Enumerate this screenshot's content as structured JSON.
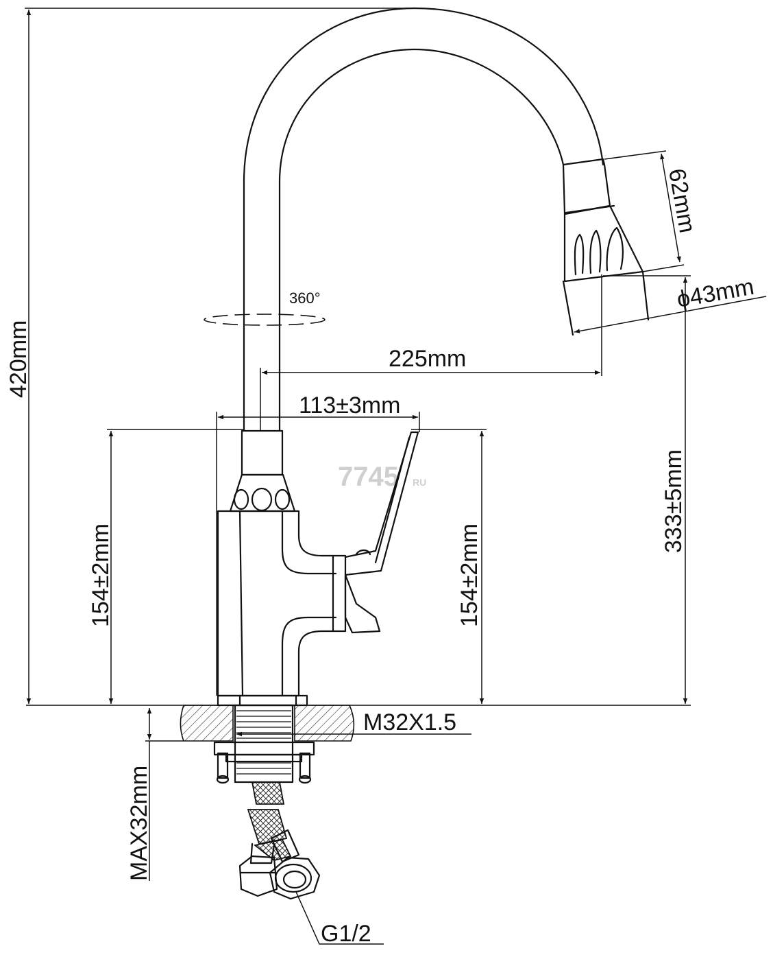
{
  "watermark": {
    "main": "7745",
    "suffix": "RU"
  },
  "dimensions": {
    "total_height": "420mm",
    "swivel": "360°",
    "reach": "225mm",
    "base_width": "113±3mm",
    "body_height_left": "154±2mm",
    "body_height_right": "154±2mm",
    "spout_height": "333±5mm",
    "aerator_height": "62mm",
    "aerator_diameter": "ϕ43mm",
    "thread": "M32X1.5",
    "max_countertop": "MAX32mm",
    "hose_connection": "G1/2"
  }
}
